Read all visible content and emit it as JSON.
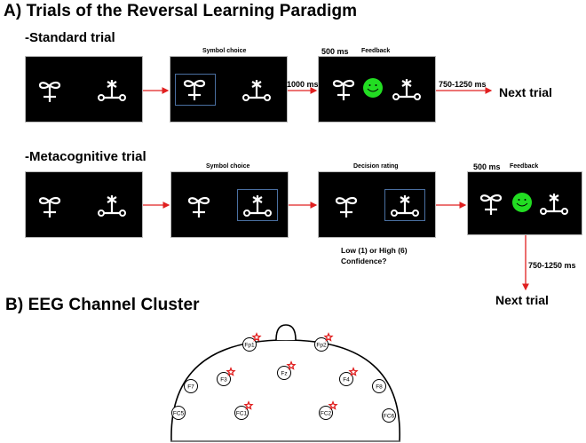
{
  "section_a": {
    "title": "A) Trials of the Reversal Learning Paradigm",
    "standard": {
      "label": "-Standard trial",
      "screens": [
        {
          "caption": "",
          "selected": "none",
          "feedback": false
        },
        {
          "caption": "Symbol choice",
          "selected": "left",
          "feedback": false
        },
        {
          "caption": "Feedback",
          "timing": "500 ms",
          "selected": "none",
          "feedback": true
        }
      ],
      "arrows": [
        "",
        "1000 ms",
        "750-1250 ms"
      ],
      "next": "Next trial"
    },
    "metacognitive": {
      "label": "-Metacognitive trial",
      "screens": [
        {
          "caption": "",
          "selected": "none",
          "feedback": false
        },
        {
          "caption": "Symbol choice",
          "selected": "right",
          "feedback": false
        },
        {
          "caption": "Decision rating",
          "selected": "right",
          "feedback": false
        },
        {
          "caption": "Feedback",
          "timing": "500 ms",
          "selected": "none",
          "feedback": true
        }
      ],
      "confidence_line1": "Low (1) or High (6)",
      "confidence_line2": "Confidence?",
      "arrow_down_label": "750-1250 ms",
      "next": "Next trial"
    },
    "symbols": [
      "infinity-cross-symbol",
      "asterisk-bar-symbol"
    ],
    "feedback_icon": "green-smiley-icon",
    "colors": {
      "screen": "#000000",
      "symbol": "#ffffff",
      "selection": "#4a6fa0",
      "arrow": "#e02020",
      "smiley": "#22dd22"
    }
  },
  "section_b": {
    "title": "B) EEG Channel Cluster",
    "electrodes": [
      {
        "name": "Fp1",
        "starred": true
      },
      {
        "name": "Fp2",
        "starred": true
      },
      {
        "name": "Fz",
        "starred": true
      },
      {
        "name": "F3",
        "starred": true
      },
      {
        "name": "F4",
        "starred": true
      },
      {
        "name": "F7",
        "starred": false
      },
      {
        "name": "F8",
        "starred": false
      },
      {
        "name": "FC1",
        "starred": true
      },
      {
        "name": "FC2",
        "starred": true
      },
      {
        "name": "FC5",
        "starred": false
      },
      {
        "name": "FC6",
        "starred": false
      }
    ],
    "colors": {
      "star": "#e02020",
      "outline": "#000000"
    }
  }
}
